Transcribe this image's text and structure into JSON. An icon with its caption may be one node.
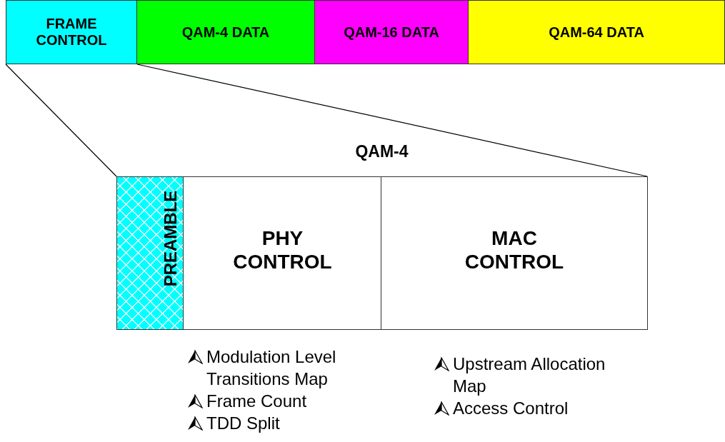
{
  "diagram": {
    "nodes": [
      {
        "text": [
          "FRAME CONTROL"
        ]
      },
      {
        "text": [
          "QAM-4 DATA"
        ]
      },
      {
        "text": [
          "QAM-16 DATA"
        ]
      },
      {
        "text": [
          "QAM-64 DATA"
        ]
      },
      {
        "text": [
          "QAM-4"
        ]
      },
      {
        "text": [
          "PREAMBLE"
        ],
        "in": 4
      },
      {
        "text": [
          "PHY CONTROL"
        ],
        "in": 4,
        "beside": [
          "Modulation Level Transitions Map",
          "Frame Count",
          "TDD Split"
        ]
      },
      {
        "text": [
          "MAC CONTROL"
        ],
        "in": 4,
        "beside": [
          "Upstream Allocation Map",
          "Access Control"
        ]
      }
    ],
    "edges": [
      {
        "from": 0,
        "to": 4,
        "arrow": "none"
      },
      {
        "from": 0,
        "to": 4,
        "arrow": "none"
      }
    ]
  }
}
